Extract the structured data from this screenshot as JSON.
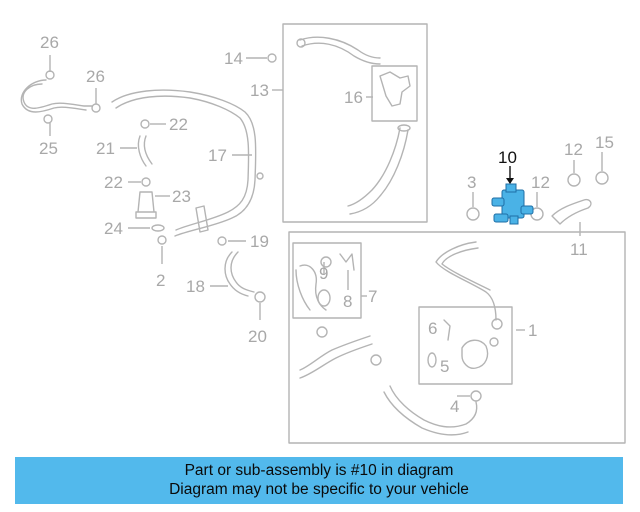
{
  "diagram": {
    "highlight_color": "#4ab2e6",
    "callouts": {
      "c1": "1",
      "c2": "2",
      "c3": "3",
      "c4": "4",
      "c5": "5",
      "c6": "6",
      "c7": "7",
      "c8": "8",
      "c9": "9",
      "c10": "10",
      "c11": "11",
      "c12a": "12",
      "c12b": "12",
      "c13": "13",
      "c14": "14",
      "c15": "15",
      "c16": "16",
      "c17": "17",
      "c18": "18",
      "c19": "19",
      "c20": "20",
      "c21": "21",
      "c22a": "22",
      "c22b": "22",
      "c23": "23",
      "c24": "24",
      "c25": "25",
      "c26a": "26",
      "c26b": "26"
    }
  },
  "banner": {
    "line1": "Part or sub-assembly is #10 in diagram",
    "line2": "Diagram may not be specific to your vehicle"
  }
}
